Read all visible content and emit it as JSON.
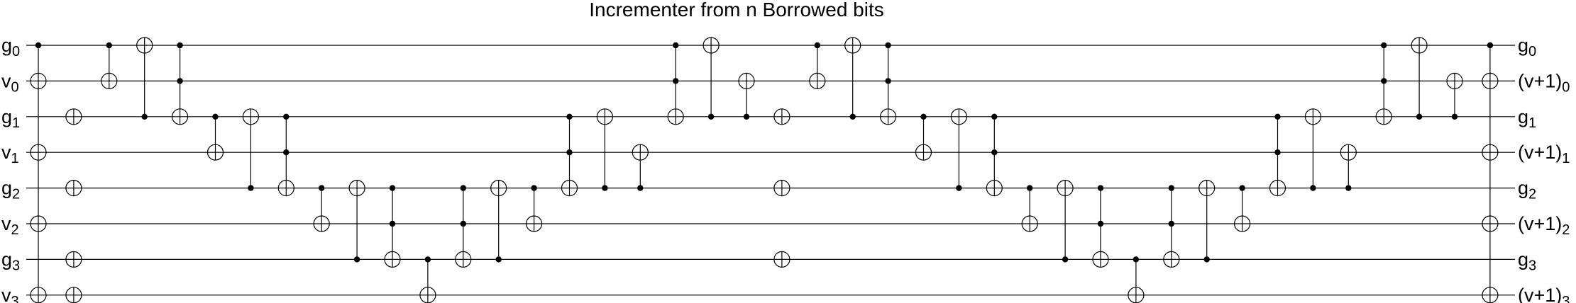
{
  "title": "Incrementer from n Borrowed bits",
  "wires": [
    {
      "id": "g0",
      "left": "g",
      "left_sub": "0",
      "right": "g",
      "right_sub": "0"
    },
    {
      "id": "v0",
      "left": "v",
      "left_sub": "0",
      "right": "(v+1)",
      "right_sub": "0"
    },
    {
      "id": "g1",
      "left": "g",
      "left_sub": "1",
      "right": "g",
      "right_sub": "1"
    },
    {
      "id": "v1",
      "left": "v",
      "left_sub": "1",
      "right": "(v+1)",
      "right_sub": "1"
    },
    {
      "id": "g2",
      "left": "g",
      "left_sub": "2",
      "right": "g",
      "right_sub": "2"
    },
    {
      "id": "v2",
      "left": "v",
      "left_sub": "2",
      "right": "(v+1)",
      "right_sub": "2"
    },
    {
      "id": "g3",
      "left": "g",
      "left_sub": "3",
      "right": "g",
      "right_sub": "3"
    },
    {
      "id": "v3",
      "left": "v",
      "left_sub": "3",
      "right": "(v+1)",
      "right_sub": "3"
    }
  ],
  "gates": [
    {
      "controls": [
        0
      ],
      "targets": [
        1,
        3,
        5,
        7
      ]
    },
    {
      "controls": [],
      "targets": [
        2,
        4,
        6,
        7
      ]
    },
    {
      "controls": [
        0
      ],
      "targets": [
        1
      ]
    },
    {
      "controls": [
        2
      ],
      "targets": [
        0
      ]
    },
    {
      "controls": [
        0,
        1
      ],
      "targets": [
        2
      ]
    },
    {
      "controls": [
        2
      ],
      "targets": [
        3
      ]
    },
    {
      "controls": [
        4
      ],
      "targets": [
        2
      ]
    },
    {
      "controls": [
        2,
        3
      ],
      "targets": [
        4
      ]
    },
    {
      "controls": [
        4
      ],
      "targets": [
        5
      ]
    },
    {
      "controls": [
        6
      ],
      "targets": [
        4
      ]
    },
    {
      "controls": [
        4,
        5
      ],
      "targets": [
        6
      ]
    },
    {
      "controls": [
        6
      ],
      "targets": [
        7
      ]
    },
    {
      "controls": [
        4,
        5
      ],
      "targets": [
        6
      ]
    },
    {
      "controls": [
        6
      ],
      "targets": [
        4
      ]
    },
    {
      "controls": [
        4
      ],
      "targets": [
        5
      ]
    },
    {
      "controls": [
        2,
        3
      ],
      "targets": [
        4
      ]
    },
    {
      "controls": [
        4
      ],
      "targets": [
        2
      ]
    },
    {
      "controls": [
        4
      ],
      "targets": [
        3
      ]
    },
    {
      "controls": [
        0,
        1
      ],
      "targets": [
        2
      ]
    },
    {
      "controls": [
        2
      ],
      "targets": [
        0
      ]
    },
    {
      "controls": [
        2
      ],
      "targets": [
        1
      ]
    },
    {
      "controls": [],
      "targets": [
        2,
        4,
        6
      ]
    },
    {
      "controls": [
        0
      ],
      "targets": [
        1
      ]
    },
    {
      "controls": [
        2
      ],
      "targets": [
        0
      ]
    },
    {
      "controls": [
        0,
        1
      ],
      "targets": [
        2
      ]
    },
    {
      "controls": [
        2
      ],
      "targets": [
        3
      ]
    },
    {
      "controls": [
        4
      ],
      "targets": [
        2
      ]
    },
    {
      "controls": [
        2,
        3
      ],
      "targets": [
        4
      ]
    },
    {
      "controls": [
        4
      ],
      "targets": [
        5
      ]
    },
    {
      "controls": [
        6
      ],
      "targets": [
        4
      ]
    },
    {
      "controls": [
        4,
        5
      ],
      "targets": [
        6
      ]
    },
    {
      "controls": [
        6
      ],
      "targets": [
        7
      ]
    },
    {
      "controls": [
        4,
        5
      ],
      "targets": [
        6
      ]
    },
    {
      "controls": [
        6
      ],
      "targets": [
        4
      ]
    },
    {
      "controls": [
        4
      ],
      "targets": [
        5
      ]
    },
    {
      "controls": [
        2,
        3
      ],
      "targets": [
        4
      ]
    },
    {
      "controls": [
        4
      ],
      "targets": [
        2
      ]
    },
    {
      "controls": [
        4
      ],
      "targets": [
        3
      ]
    },
    {
      "controls": [
        0,
        1
      ],
      "targets": [
        2
      ]
    },
    {
      "controls": [
        2
      ],
      "targets": [
        0
      ]
    },
    {
      "controls": [
        2
      ],
      "targets": [
        1
      ]
    },
    {
      "controls": [
        0
      ],
      "targets": [
        1,
        3,
        5,
        7
      ]
    }
  ]
}
